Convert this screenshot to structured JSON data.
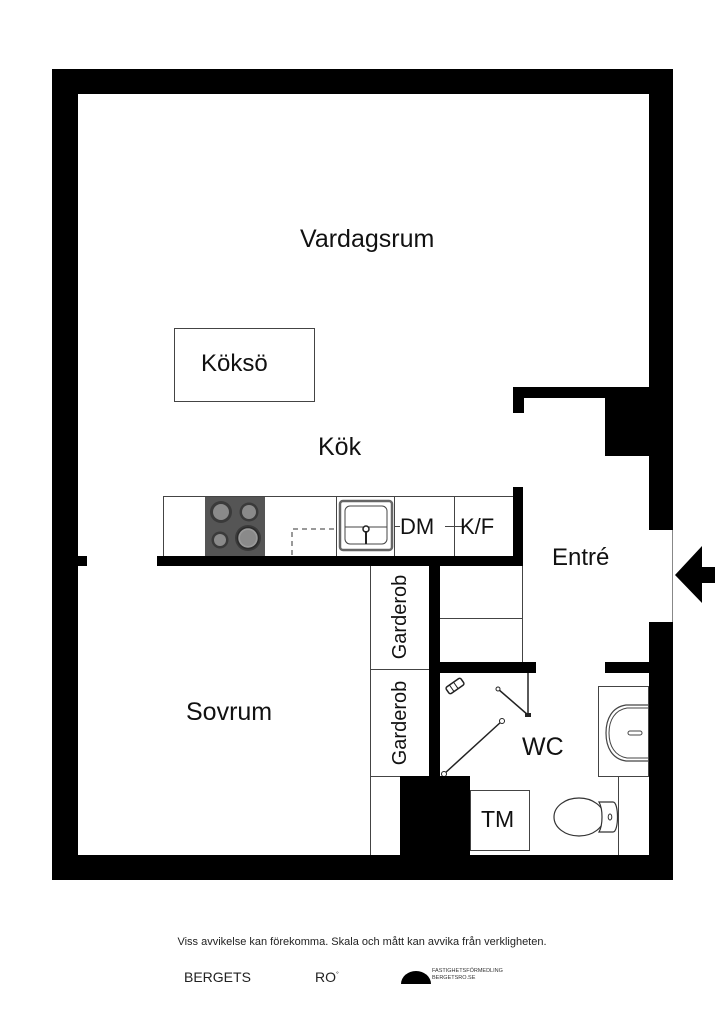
{
  "floorplan": {
    "rooms": {
      "living_room": "Vardagsrum",
      "kitchen_island": "Köksö",
      "kitchen": "Kök",
      "entrance": "Entré",
      "bedroom": "Sovrum",
      "wardrobe_1": "Garderob",
      "wardrobe_2": "Garderob",
      "bathroom": "WC",
      "washer": "TM"
    },
    "appliances": {
      "dishwasher": "DM",
      "fridge_freezer": "K/F"
    },
    "icons": [
      "entrance-arrow-icon",
      "cooktop-icon",
      "kitchen-sink-icon",
      "bathroom-sink-icon",
      "toilet-icon",
      "shower-head-icon"
    ],
    "colors": {
      "wall": "#000000",
      "cooktop": "#555555",
      "burner": "#8a8a8a",
      "line": "#444444"
    }
  },
  "footer": {
    "disclaimer": "Viss avvikelse kan förekomma. Skala och mått kan avvika från verkligheten.",
    "logo_left": "BERGETS",
    "logo_right": "RO",
    "logo_mark": "°",
    "agency_line1": "FASTIGHETSFÖRMEDLING",
    "agency_line2": "BERGETSRO.SE"
  }
}
